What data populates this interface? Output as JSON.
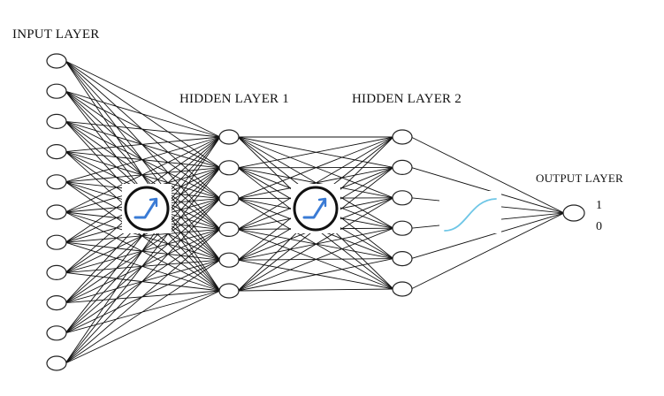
{
  "layers": {
    "input": {
      "label": "INPUT LAYER",
      "node_count": 11
    },
    "hidden1": {
      "label": "HIDDEN LAYER 1",
      "node_count": 6,
      "activation_icon": "relu-icon"
    },
    "hidden2": {
      "label": "HIDDEN LAYER 2",
      "node_count": 6,
      "activation_icon": "relu-icon"
    },
    "output": {
      "label": "OUTPUT LAYER",
      "node_count": 1,
      "activation_icon": "sigmoid-icon"
    }
  },
  "output_values": {
    "one": "1",
    "zero": "0"
  },
  "colors": {
    "edge": "#111111",
    "node_stroke": "#222222",
    "node_fill": "#ffffff",
    "activation_curve": "#3a7bd5",
    "sigmoid_curve": "#6ec6e6"
  }
}
